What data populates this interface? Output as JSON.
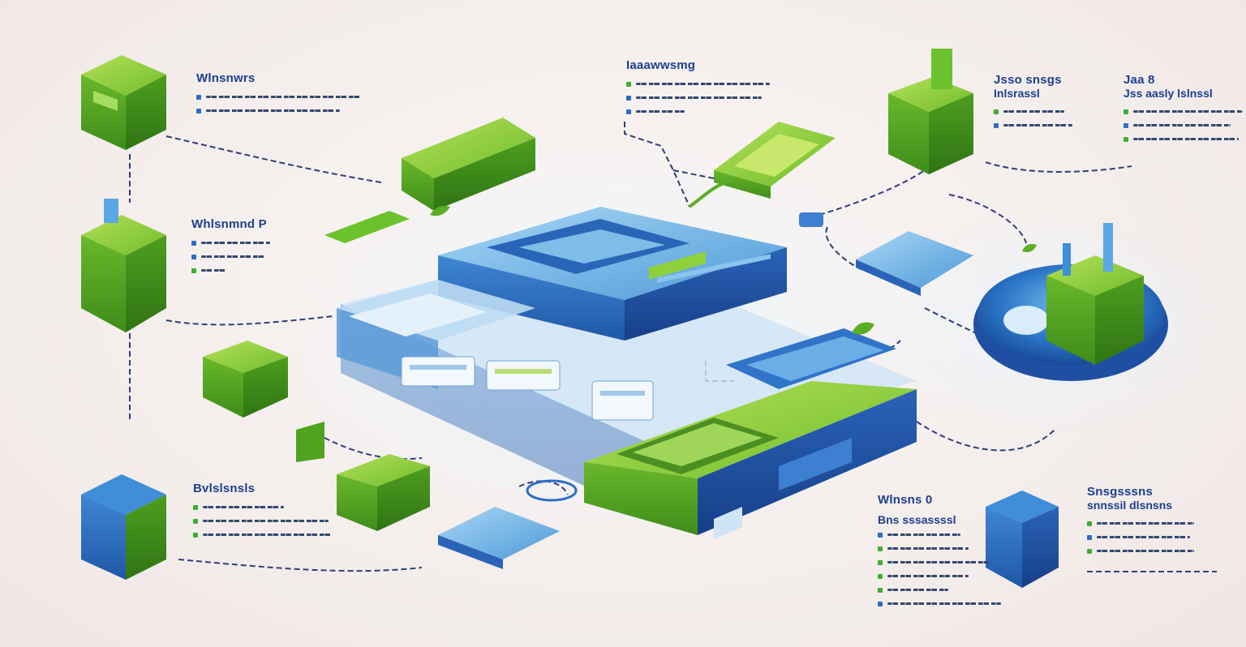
{
  "callouts": [
    {
      "id": "top-left",
      "title": "Wlnsnwrs",
      "bullets": 2
    },
    {
      "id": "mid-left",
      "title": "Whlsnmnd P",
      "bullets": 3
    },
    {
      "id": "bottom-left",
      "title": "Bvlslsnsls",
      "bullets": 3
    },
    {
      "id": "top-center",
      "title": "Iaaawwsmg",
      "bullets": 3
    },
    {
      "id": "top-right-a",
      "title": "Jsso snsgs",
      "subtitle": "Inlsrassl",
      "bullets": 2
    },
    {
      "id": "top-right-b",
      "title": "Jaa 8",
      "subtitle": "Jss aasly lslnssl",
      "bullets": 3
    },
    {
      "id": "bottom-center-right",
      "title": "Wlnsns 0",
      "subtitle": "Bns sssassssl",
      "bullets": 6
    },
    {
      "id": "bottom-right",
      "title": "Snsgsssns",
      "subtitle": "snnssil dlsnsns",
      "bullets": 3
    }
  ],
  "colors": {
    "blue_dark": "#1f4fa3",
    "blue_mid": "#2b6fc4",
    "blue_light": "#6fb3ea",
    "green": "#5aae22",
    "green_light": "#8fd13c",
    "connector": "#2f3f78",
    "text": "#1e3f8f"
  },
  "icons": [
    "server-cube-icon",
    "database-cube-icon",
    "cloud-disc-icon",
    "circuit-board-icon",
    "leaf-icon"
  ]
}
